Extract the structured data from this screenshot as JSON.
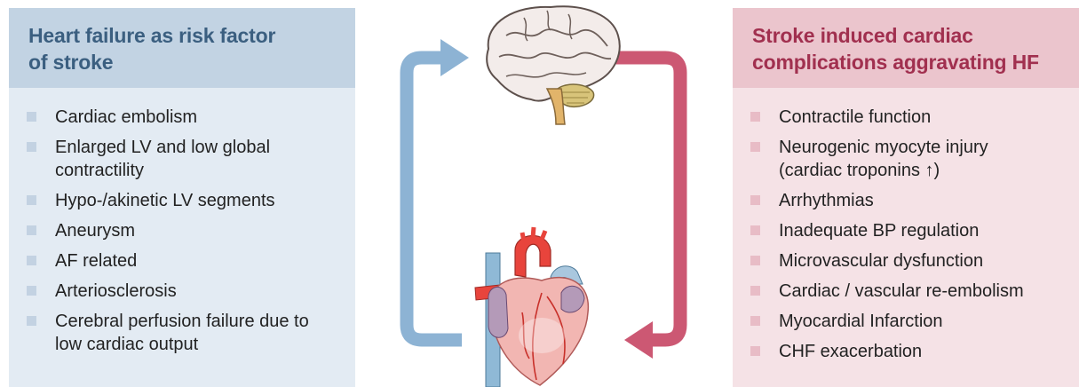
{
  "left_panel": {
    "title": "Heart failure as risk factor of stroke",
    "items": [
      "Cardiac embolism",
      "Enlarged LV and low global contractility",
      "Hypo-/akinetic LV segments",
      "Aneurysm",
      "AF related",
      "Arteriosclerosis",
      "Cerebral perfusion failure due to low cardiac output"
    ]
  },
  "right_panel": {
    "title": "Stroke induced cardiac complications aggravating HF",
    "items": [
      "Contractile function",
      "Neurogenic myocyte injury (cardiac troponins ↑)",
      "Arrhythmias",
      "Inadequate BP regulation",
      "Microvascular dysfunction",
      "Cardiac / vascular re-embolism",
      "Myocardial Infarction",
      "CHF exacerbation"
    ]
  },
  "colors": {
    "left_arrow": "#8db3d4",
    "right_arrow": "#cc5873",
    "left_title": "#3b5f80",
    "right_title": "#a1304f"
  },
  "icons": {
    "brain": "brain-icon",
    "heart": "heart-icon"
  }
}
